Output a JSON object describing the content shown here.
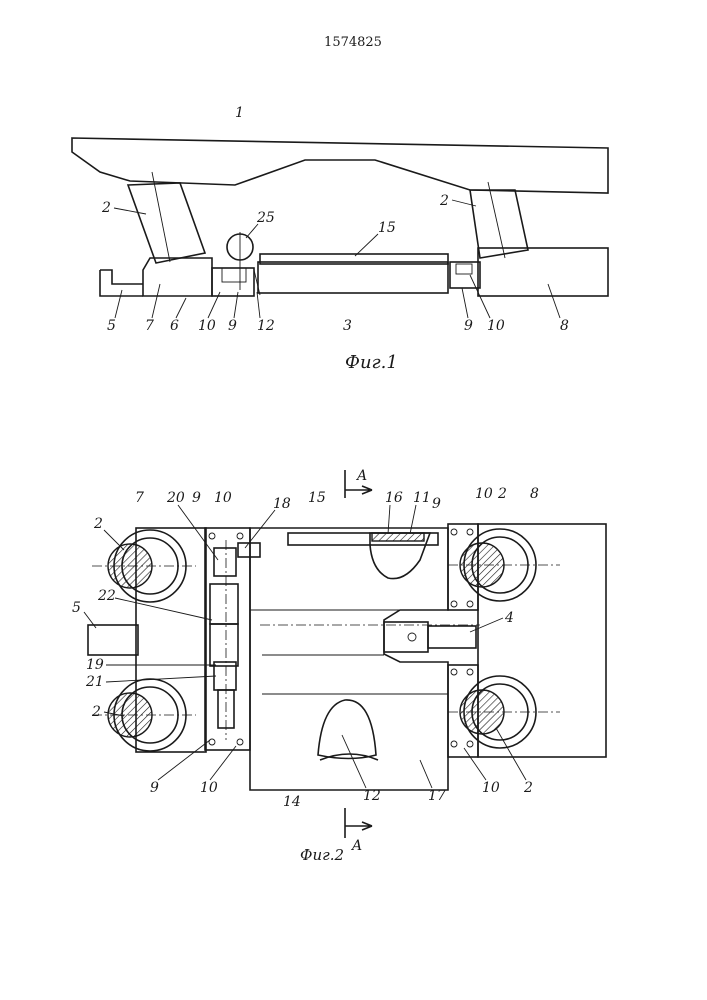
{
  "patent_number": "1574825",
  "figures": [
    {
      "id": "fig1",
      "caption": "Фиг.1",
      "labels": [
        "1",
        "2",
        "25",
        "15",
        "2",
        "5",
        "7",
        "6",
        "10",
        "9",
        "12",
        "3",
        "9",
        "10",
        "8"
      ]
    },
    {
      "id": "fig2",
      "caption": "Фиг.2",
      "section_marks": [
        "A",
        "A"
      ],
      "labels": [
        "7",
        "20",
        "9",
        "10",
        "18",
        "15",
        "16",
        "11",
        "10",
        "9",
        "2",
        "8",
        "2",
        "5",
        "22",
        "4",
        "19",
        "21",
        "2",
        "9",
        "10",
        "14",
        "12",
        "17",
        "10",
        "2"
      ]
    }
  ]
}
